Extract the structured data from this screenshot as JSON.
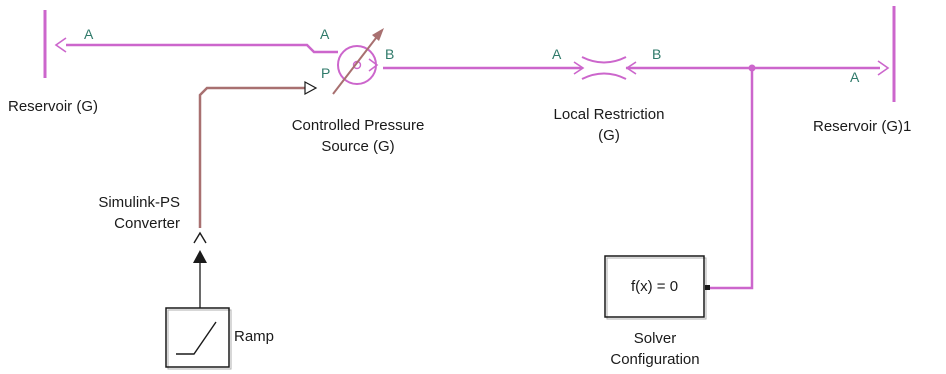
{
  "colors": {
    "phys_line": "#cc66cc",
    "signal_line": "#a87070",
    "port_label": "#2f7a6a",
    "block_edge": "#1a1a1a"
  },
  "blocks": {
    "reservoir_left": {
      "name": "Reservoir (G)",
      "port": "A",
      "icon": "reservoir-icon"
    },
    "pressure_source": {
      "name_line1": "Controlled Pressure",
      "name_line2": "Source (G)",
      "port_a": "A",
      "port_b": "B",
      "port_p": "P",
      "icon": "controlled-pressure-source-icon"
    },
    "local_restriction": {
      "name_line1": "Local Restriction",
      "name_line2": "(G)",
      "port_a": "A",
      "port_b": "B",
      "icon": "local-restriction-icon"
    },
    "reservoir_right": {
      "name": "Reservoir (G)1",
      "port": "A",
      "icon": "reservoir-icon"
    },
    "ps_converter": {
      "name_line1": "Simulink-PS",
      "name_line2": "Converter",
      "icon": "ps-converter-icon"
    },
    "ramp": {
      "name": "Ramp",
      "icon": "ramp-icon"
    },
    "solver": {
      "text": "f(x) = 0",
      "name_line1": "Solver",
      "name_line2": "Configuration"
    }
  }
}
